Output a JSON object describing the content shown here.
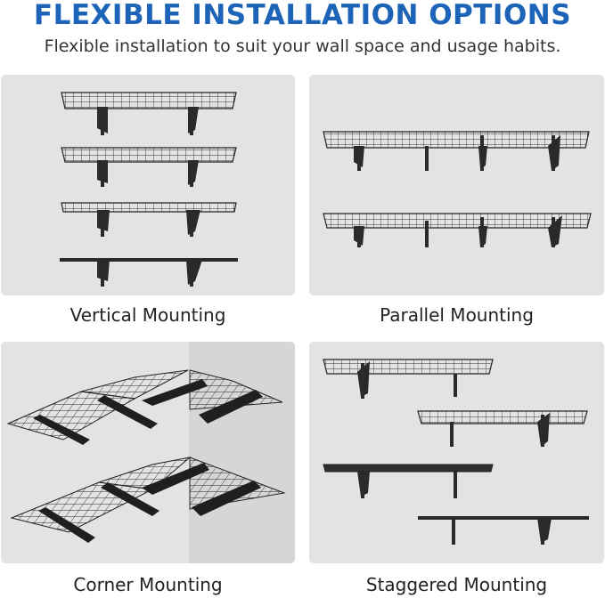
{
  "header": {
    "title": "FLEXIBLE INSTALLATION OPTIONS",
    "subtitle": "Flexible installation to suit your wall space and usage habits."
  },
  "options": [
    {
      "label": "Vertical Mounting"
    },
    {
      "label": "Parallel Mounting"
    },
    {
      "label": "Corner Mounting"
    },
    {
      "label": "Staggered Mounting"
    }
  ],
  "colors": {
    "title_blue": "#1d64b8",
    "panel_gray": "#e3e3e3",
    "shelf_dark": "#2a2a2a"
  }
}
